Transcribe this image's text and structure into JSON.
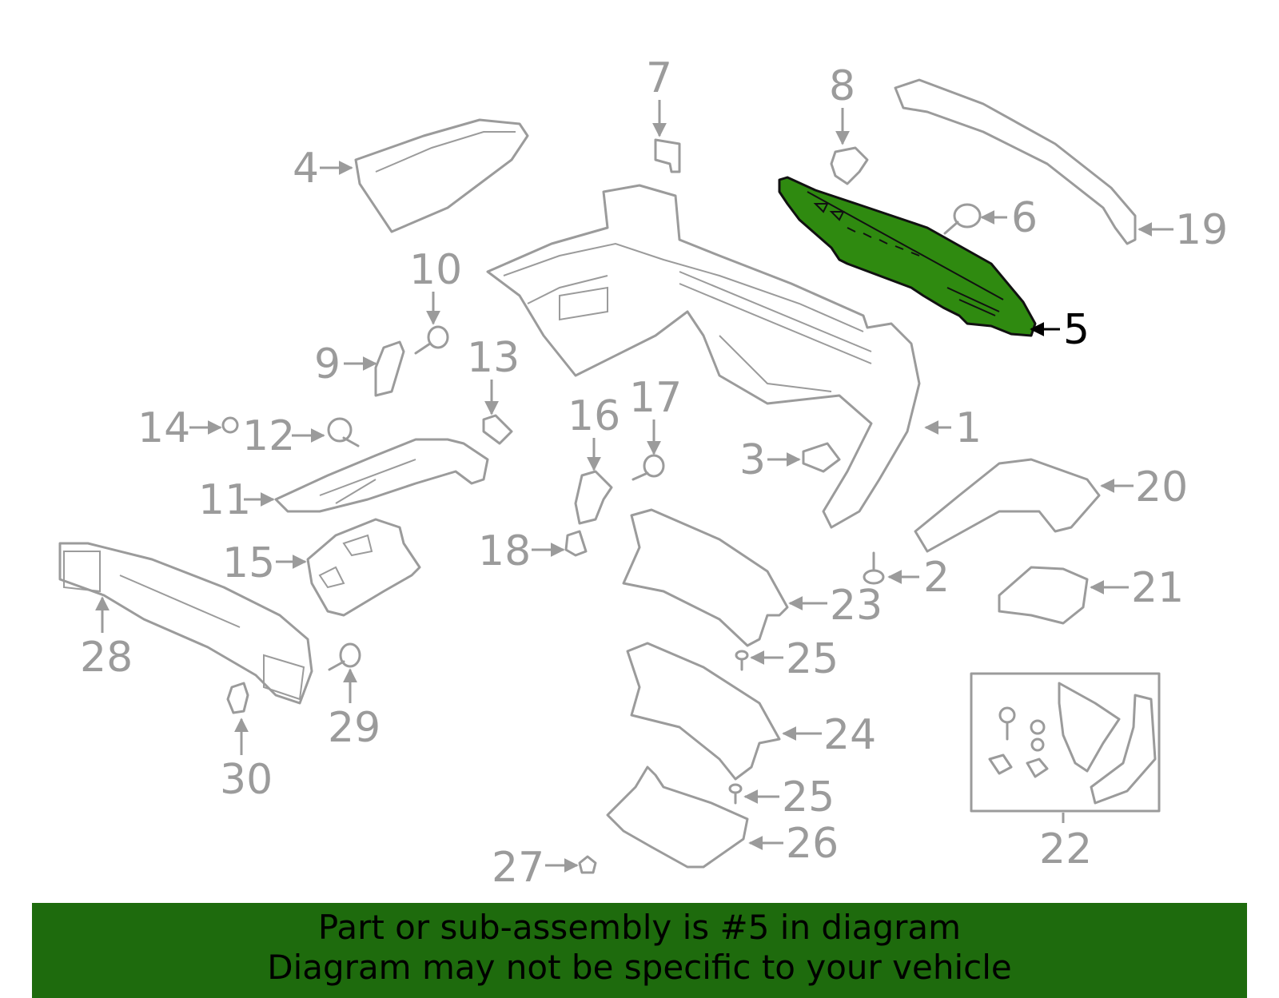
{
  "diagram": {
    "highlighted_part": "5",
    "callouts": [
      "1",
      "2",
      "3",
      "4",
      "5",
      "6",
      "7",
      "8",
      "9",
      "10",
      "11",
      "12",
      "13",
      "14",
      "15",
      "16",
      "17",
      "18",
      "19",
      "20",
      "21",
      "22",
      "23",
      "24",
      "25",
      "25",
      "26",
      "27",
      "28",
      "29",
      "30"
    ],
    "colors": {
      "highlight_fill": "#2f8a10",
      "line_gray": "#9b9b9b",
      "banner": "#1e6b0d"
    }
  },
  "banner": {
    "line1": "Part or sub-assembly is #5 in diagram",
    "line2": "Diagram may not be specific to your vehicle"
  }
}
